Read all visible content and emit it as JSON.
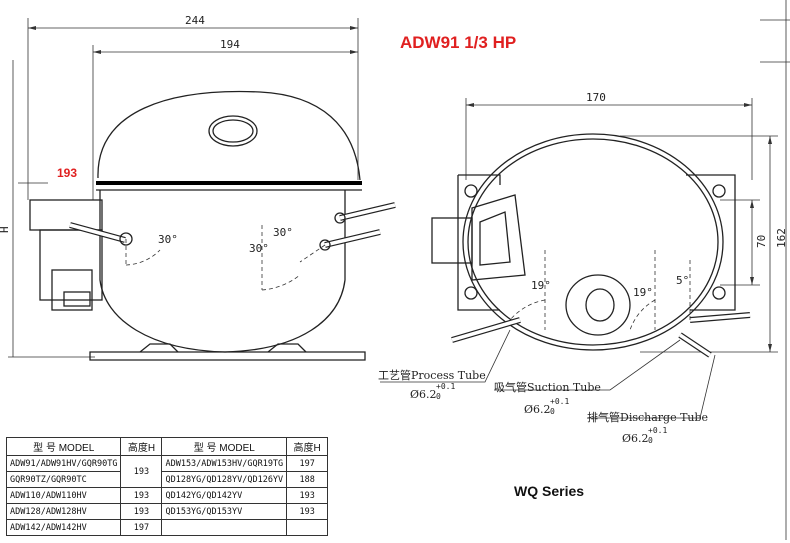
{
  "title": "ADW91  1/3 HP",
  "series": "WQ Series",
  "red_height": "193",
  "dims": {
    "w244": "244",
    "w194": "194",
    "h": "H",
    "w170": "170",
    "h70": "70",
    "h162": "162",
    "a30a": "30°",
    "a30b": "30°",
    "a30c": "30°",
    "a19a": "19°",
    "a19b": "19°",
    "a5": "5°"
  },
  "tubes": {
    "process": "工艺管Process Tube",
    "process_size": "Ø6.2",
    "suction": "吸气管Suction Tube",
    "suction_size": "Ø6.2",
    "discharge": "排气管Discharge Tube",
    "discharge_size": "Ø6.2",
    "tol_upper": "+0.1",
    "tol_lower": "0"
  },
  "table": {
    "headers": [
      "型  号 MODEL",
      "高度H",
      "型  号 MODEL",
      "高度H"
    ],
    "rows": [
      [
        "ADW91/ADW91HV/GQR90TG",
        "193",
        "ADW153/ADW153HV/GQR19TG",
        "197"
      ],
      [
        "GQR90TZ/GQR90TC",
        "",
        "QD128YG/QD128YV/QD126YV",
        "188"
      ],
      [
        "ADW110/ADW110HV",
        "193",
        "QD142YG/QD142YV",
        "193"
      ],
      [
        "ADW128/ADW128HV",
        "193",
        "QD153YG/QD153YV",
        "193"
      ],
      [
        "ADW142/ADW142HV",
        "197",
        "",
        ""
      ]
    ]
  }
}
